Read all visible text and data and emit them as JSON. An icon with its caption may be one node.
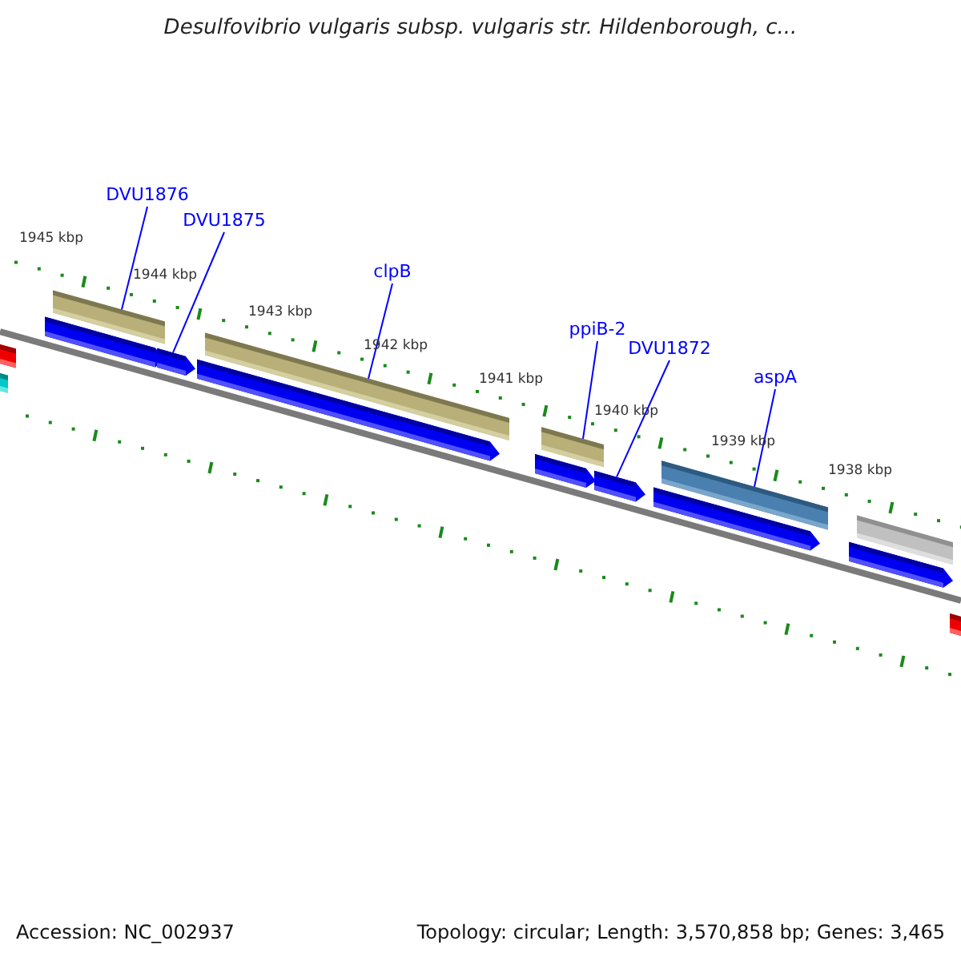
{
  "diagram": {
    "title": "Desulfovibrio vulgaris subsp. vulgaris str. Hildenborough, c...",
    "nodes": [
      {
        "text": [
          "DVU1876"
        ]
      },
      {
        "text": [
          "DVU1875"
        ]
      },
      {
        "text": [
          "clpB"
        ]
      },
      {
        "text": [
          "ppiB-2"
        ]
      },
      {
        "text": [
          "DVU1872"
        ]
      },
      {
        "text": [
          "aspA"
        ]
      },
      {
        "text": [],
        "shape": "bar"
      },
      {
        "text": [],
        "shape": "bar"
      },
      {
        "text": [],
        "shape": "bar"
      },
      {
        "text": [],
        "shape": "bar"
      },
      {
        "text": [],
        "shape": "bar"
      },
      {
        "text": [],
        "shape": "bar"
      }
    ],
    "edges": [
      {
        "from": 0,
        "to": 6,
        "arrow": "none"
      },
      {
        "from": 1,
        "to": 7,
        "arrow": "none"
      },
      {
        "from": 2,
        "to": 8,
        "arrow": "none"
      },
      {
        "from": 3,
        "to": 9,
        "arrow": "none"
      },
      {
        "from": 4,
        "to": 10,
        "arrow": "none"
      },
      {
        "from": 5,
        "to": 11,
        "arrow": "none"
      }
    ],
    "labels": [
      "1945 kbp",
      "1944 kbp",
      "1943 kbp",
      "1942 kbp",
      "1941 kbp",
      "1940 kbp",
      "1939 kbp",
      "1938 kbp",
      "Accession: NC_002937",
      "Topology: circular; Length: 3,570,858 bp; Genes: 3,465"
    ]
  }
}
